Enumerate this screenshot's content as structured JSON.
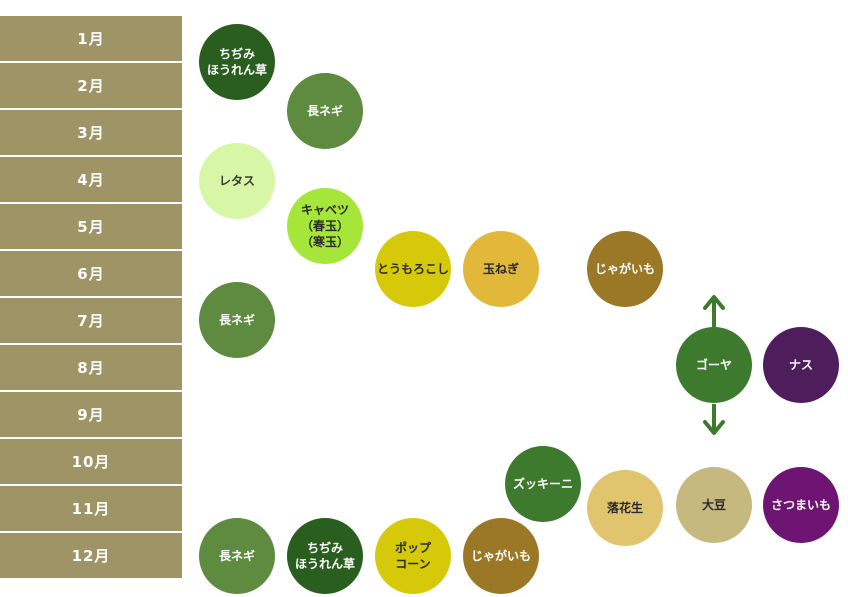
{
  "months": [
    "1月",
    "2月",
    "3月",
    "4月",
    "5月",
    "6月",
    "7月",
    "8月",
    "9月",
    "10月",
    "11月",
    "12月"
  ],
  "items": [
    {
      "id": "chijimi-spinach-jan",
      "label": "ちぢみ\nほうれん草",
      "bg": "#2a5e1e",
      "fg": "#ffffff"
    },
    {
      "id": "negi-feb",
      "label": "長ネギ",
      "bg": "#5e8b40",
      "fg": "#ffffff"
    },
    {
      "id": "lettuce",
      "label": "レタス",
      "bg": "#d8f7a6",
      "fg": "#3a3a3a"
    },
    {
      "id": "cabbage",
      "label": "キャベツ\n（春玉）\n（寒玉）",
      "bg": "#a6e63a",
      "fg": "#2a2a2a"
    },
    {
      "id": "corn",
      "label": "とうもろこし",
      "bg": "#d6c90a",
      "fg": "#2a2a2a"
    },
    {
      "id": "onion",
      "label": "玉ねぎ",
      "bg": "#e1b83a",
      "fg": "#2a2a2a"
    },
    {
      "id": "potato-jun",
      "label": "じゃがいも",
      "bg": "#9b7826",
      "fg": "#ffffff"
    },
    {
      "id": "negi-jul",
      "label": "長ネギ",
      "bg": "#5e8b40",
      "fg": "#ffffff"
    },
    {
      "id": "goya",
      "label": "ゴーヤ",
      "bg": "#3d7a2e",
      "fg": "#ffffff"
    },
    {
      "id": "eggplant",
      "label": "ナス",
      "bg": "#4e1e5c",
      "fg": "#ffffff"
    },
    {
      "id": "zucchini",
      "label": "ズッキーニ",
      "bg": "#3d7a2e",
      "fg": "#ffffff"
    },
    {
      "id": "peanut",
      "label": "落花生",
      "bg": "#e0c46e",
      "fg": "#2a2a2a"
    },
    {
      "id": "soybean",
      "label": "大豆",
      "bg": "#c6b97f",
      "fg": "#2a2a2a"
    },
    {
      "id": "sweet-potato",
      "label": "さつまいも",
      "bg": "#6e1472",
      "fg": "#ffffff"
    },
    {
      "id": "negi-dec",
      "label": "長ネギ",
      "bg": "#5e8b40",
      "fg": "#ffffff"
    },
    {
      "id": "chijimi-spinach-dec",
      "label": "ちぢみ\nほうれん草",
      "bg": "#2a5e1e",
      "fg": "#ffffff"
    },
    {
      "id": "popcorn",
      "label": "ポップ\nコーン",
      "bg": "#d6c90a",
      "fg": "#2a2a2a"
    },
    {
      "id": "potato-dec",
      "label": "じゃがいも",
      "bg": "#9b7826",
      "fg": "#ffffff"
    }
  ],
  "arrow_color": "#3d7a2e"
}
